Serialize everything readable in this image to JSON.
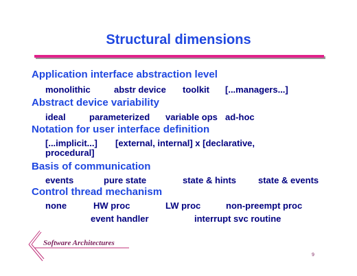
{
  "slide": {
    "title": "Structural dimensions",
    "page_number": "9",
    "footer_logo": "Software Architectures"
  },
  "sections": [
    {
      "heading": "Application interface abstraction level",
      "items": [
        "monolithic",
        "abstr device",
        "toolkit",
        "[...managers...]"
      ]
    },
    {
      "heading": "Abstract device variability",
      "items": [
        "ideal",
        "parameterized",
        "variable ops",
        "ad-hoc"
      ]
    },
    {
      "heading": "Notation for user interface definition",
      "items": [
        "[...implicit...]",
        "[external, internal] x [declarative,",
        "procedural]"
      ]
    },
    {
      "heading": "Basis of communication",
      "items": [
        "events",
        "pure state",
        "state & hints",
        "state & events"
      ]
    },
    {
      "heading": "Control thread mechanism",
      "items": [
        "none",
        "HW proc",
        "LW proc",
        "non-preempt proc",
        "event handler",
        "interrupt svc routine"
      ]
    }
  ],
  "colors": {
    "heading": "#1f47e0",
    "subitem": "#000080",
    "rule": "#e0218a",
    "logo": "#7a1f5a"
  }
}
